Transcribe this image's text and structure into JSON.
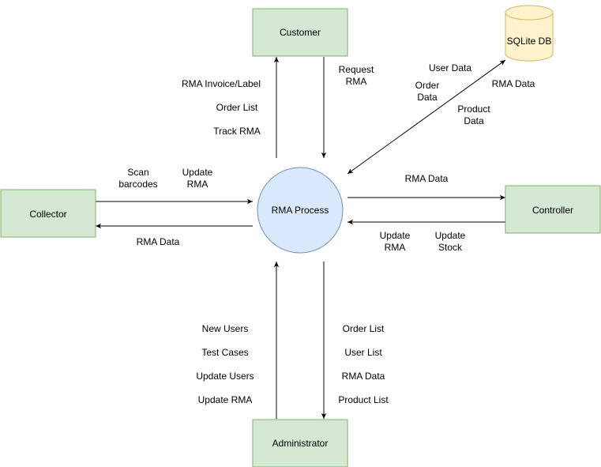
{
  "colors": {
    "entity_fill": "#d5e8d4",
    "entity_stroke": "#82b366",
    "process_fill": "#dae8fc",
    "process_stroke": "#6c8ebf",
    "db_fill": "#fff2cc",
    "db_stroke": "#d6b656",
    "line": "#000000"
  },
  "nodes": {
    "customer": "Customer",
    "collector": "Collector",
    "process": "RMA Process",
    "controller": "Controller",
    "administrator": "Administrator",
    "database": "SQLite DB"
  },
  "labels": {
    "rma_invoice_label": "RMA Invoice/Label",
    "order_list_to_customer": "Order List",
    "track_rma": "Track RMA",
    "request_rma_1": "Request",
    "request_rma_2": "RMA",
    "user_data": "User Data",
    "order_data_1": "Order",
    "order_data_2": "Data",
    "rma_data_db": "RMA Data",
    "product_data_1": "Product",
    "product_data_2": "Data",
    "scan_barcodes_1": "Scan",
    "scan_barcodes_2": "barcodes",
    "update_rma_collector_1": "Update",
    "update_rma_collector_2": "RMA",
    "rma_data_collector": "RMA Data",
    "rma_data_controller": "RMA Data",
    "update_rma_controller_1": "Update",
    "update_rma_controller_2": "RMA",
    "update_stock_1": "Update",
    "update_stock_2": "Stock",
    "new_users": "New Users",
    "test_cases": "Test Cases",
    "update_users": "Update Users",
    "update_rma_admin": "Update RMA",
    "order_list_admin": "Order List",
    "user_list": "User List",
    "rma_data_admin": "RMA Data",
    "product_list": "Product List"
  }
}
